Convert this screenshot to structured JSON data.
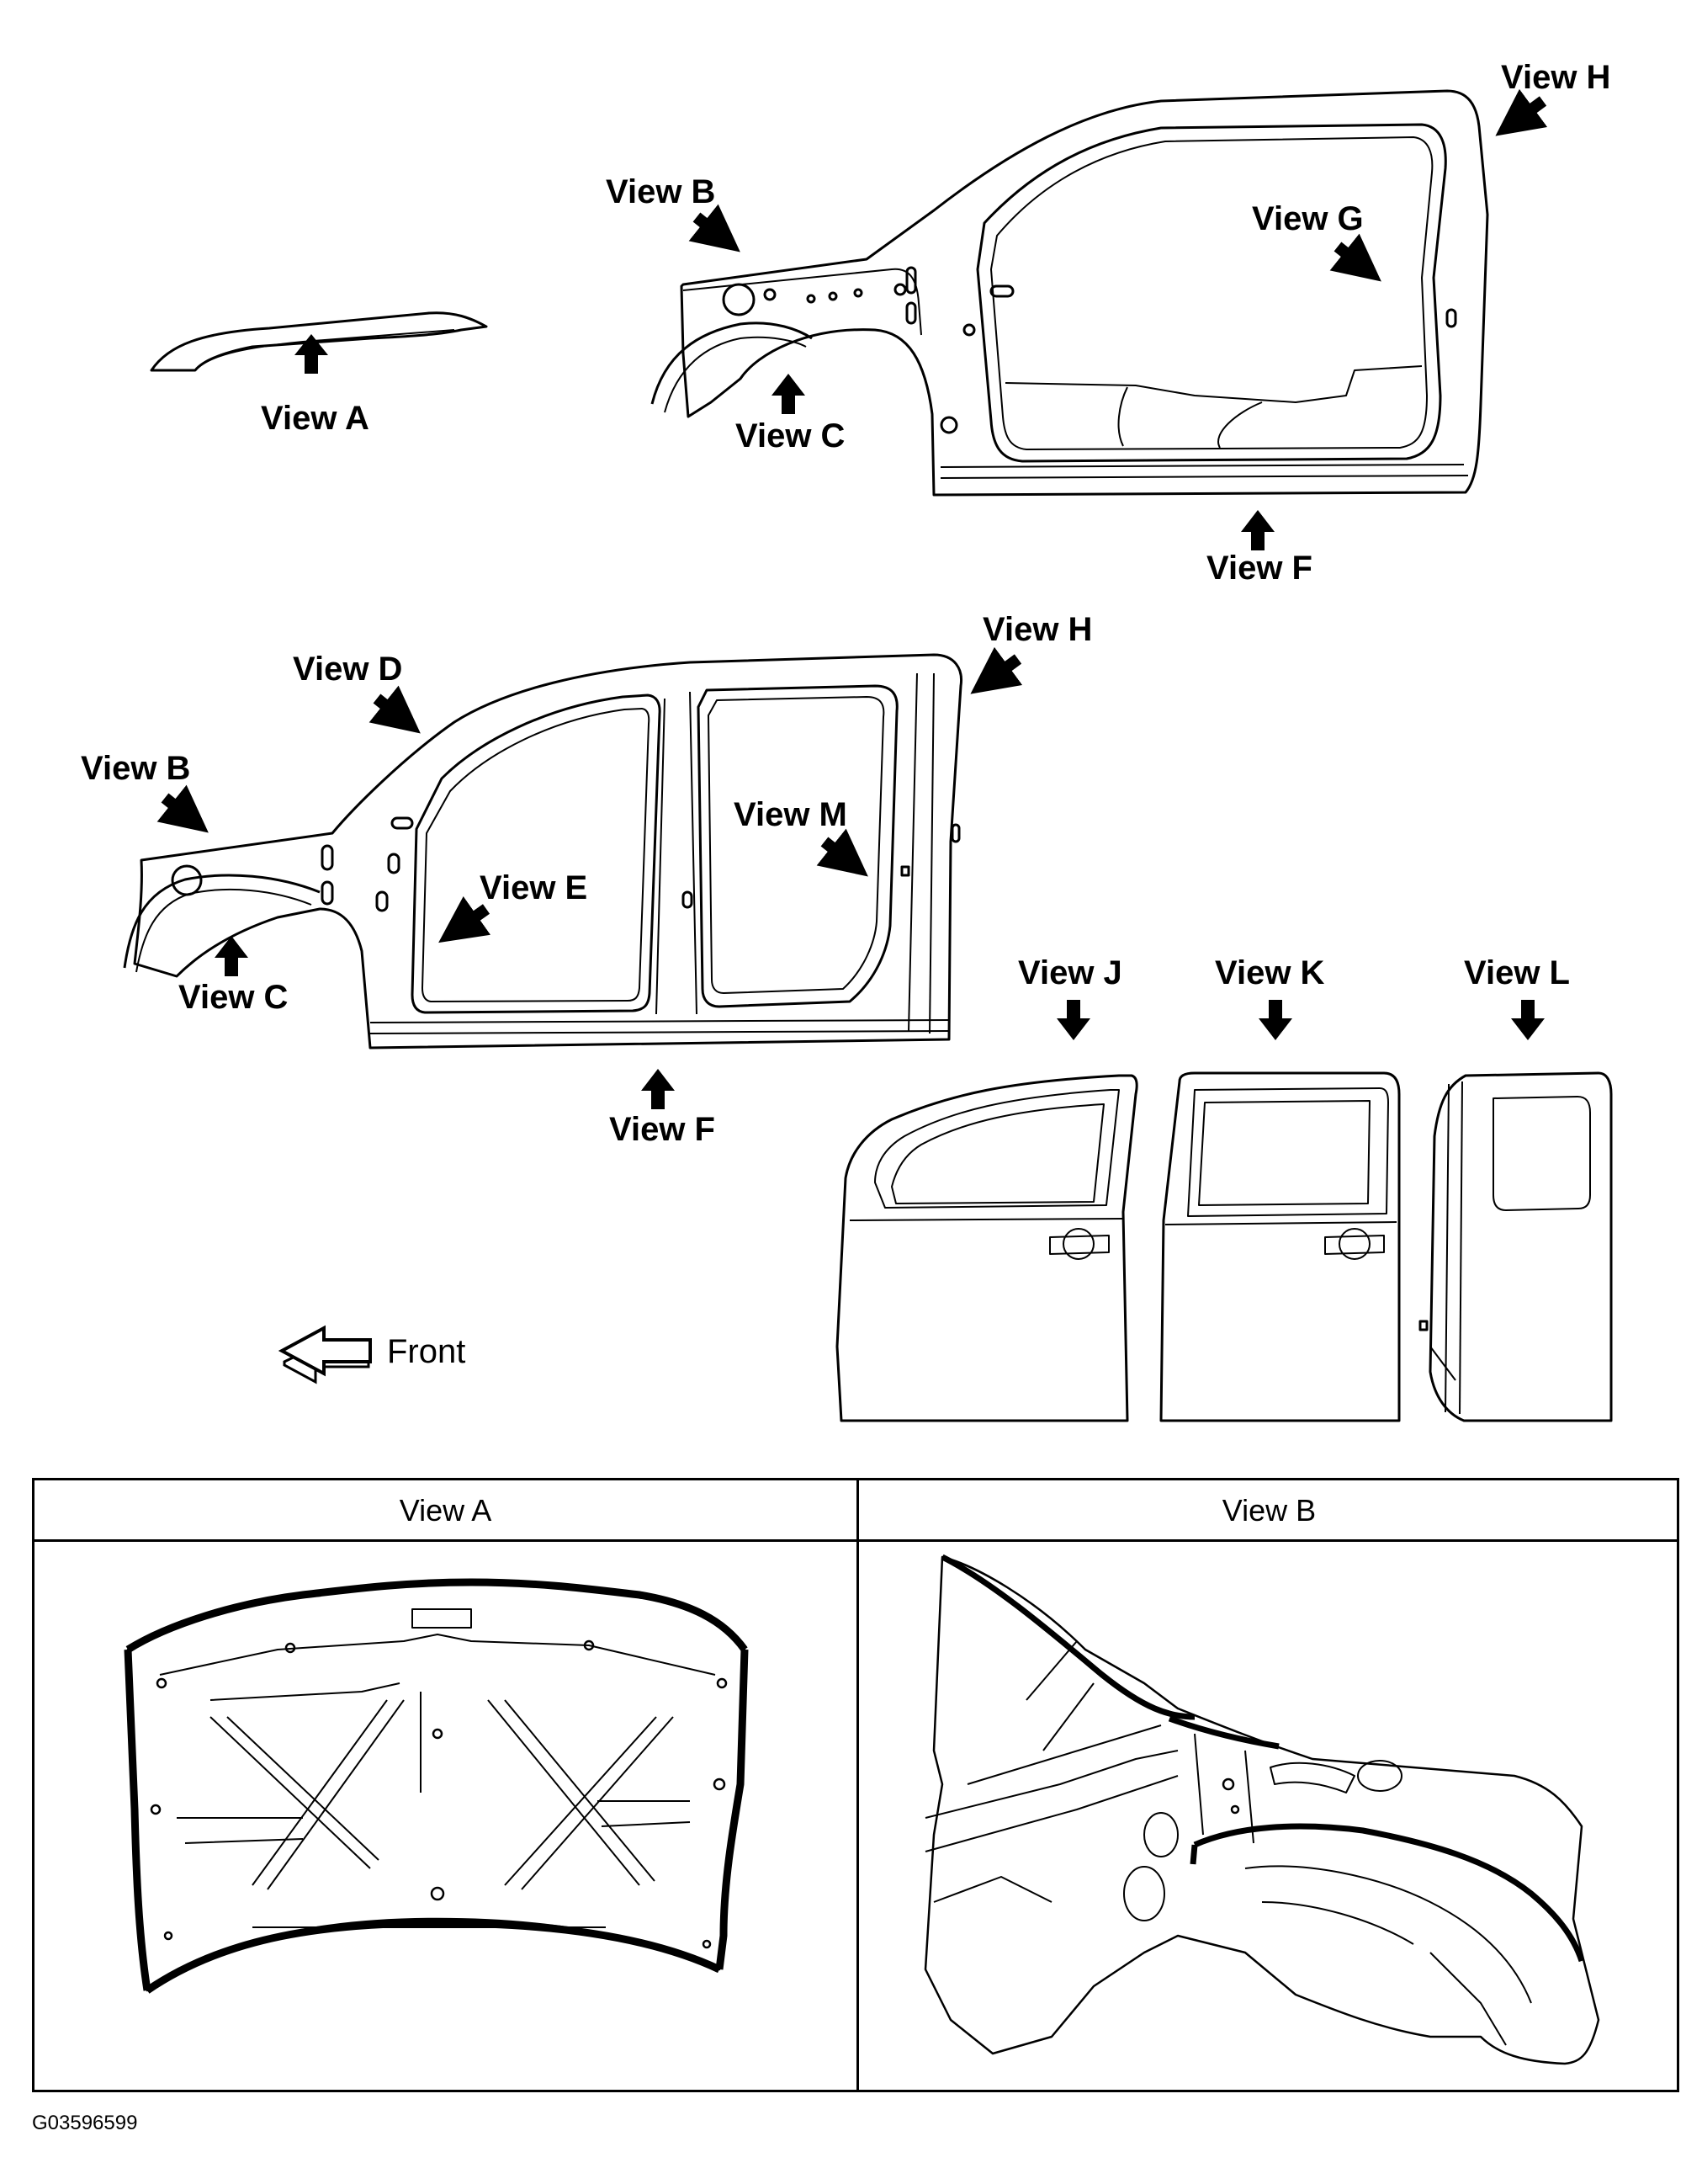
{
  "labels": {
    "top": {
      "view_a": "View A",
      "view_b": "View B",
      "view_c": "View C",
      "view_f": "View F",
      "view_g": "View G",
      "view_h": "View H"
    },
    "middle": {
      "view_b": "View B",
      "view_c": "View C",
      "view_d": "View D",
      "view_e": "View E",
      "view_f": "View F",
      "view_h": "View H",
      "view_m": "View M"
    },
    "doors": {
      "view_j": "View J",
      "view_k": "View K",
      "view_l": "View L"
    },
    "front": "Front"
  },
  "table": {
    "col_a": "View A",
    "col_b": "View B"
  },
  "figure_id": "G03596599"
}
